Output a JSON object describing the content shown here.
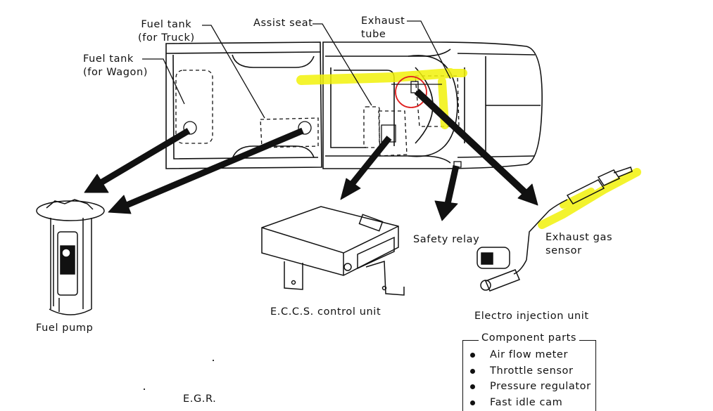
{
  "labels": {
    "fuel_tank_truck": [
      "Fuel tank",
      "(for Truck)"
    ],
    "fuel_tank_wagon": [
      "Fuel tank",
      "(for Wagon)"
    ],
    "assist_seat": "Assist seat",
    "exhaust_tube": [
      "Exhaust",
      "tube"
    ],
    "fuel_pump": "Fuel pump",
    "eccs_control_unit": "E.C.C.S. control unit",
    "safety_relay": "Safety relay",
    "exhaust_gas_sensor": [
      "Exhaust gas",
      "sensor"
    ],
    "electro_injection_unit": "Electro injection unit",
    "egr": "E.G.R."
  },
  "component_parts": {
    "title": "Component parts",
    "items": [
      "Air flow meter",
      "Throttle sensor",
      "Pressure regulator",
      "Fast idle cam"
    ]
  },
  "colors": {
    "highlight": "#f2f20a",
    "circle": "#e02020",
    "line": "#111111"
  }
}
